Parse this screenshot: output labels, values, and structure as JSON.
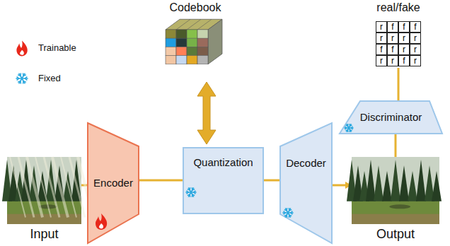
{
  "diagram": {
    "nodes": [
      {
        "text": [
          "Input"
        ]
      },
      {
        "text": [
          "Encoder"
        ]
      },
      {
        "text": [
          "Quantization"
        ]
      },
      {
        "text": [
          "Codebook"
        ]
      },
      {
        "text": [
          "Decoder"
        ]
      },
      {
        "text": [
          "Output"
        ]
      },
      {
        "text": [
          "Discriminator"
        ]
      },
      {
        "text": [
          "real/fake"
        ]
      }
    ],
    "edges": [
      {
        "from": 0,
        "to": 1,
        "arrow": "none"
      },
      {
        "from": 1,
        "to": 2,
        "arrow": "none"
      },
      {
        "from": 2,
        "to": 4,
        "arrow": "none"
      },
      {
        "from": 4,
        "to": 5,
        "arrow": "to"
      },
      {
        "from": 3,
        "to": 2,
        "arrow": "both"
      },
      {
        "from": 5,
        "to": 6,
        "arrow": "none"
      },
      {
        "from": 6,
        "to": 7,
        "arrow": "none"
      }
    ],
    "labels": [
      "r",
      "f",
      "f",
      "f",
      "r",
      "r",
      "r",
      "r",
      "f",
      "f",
      "r",
      "r",
      "r",
      "r",
      "f",
      "r"
    ],
    "legend": [
      {
        "text": "Trainable"
      },
      {
        "text": "Fixed"
      }
    ]
  }
}
